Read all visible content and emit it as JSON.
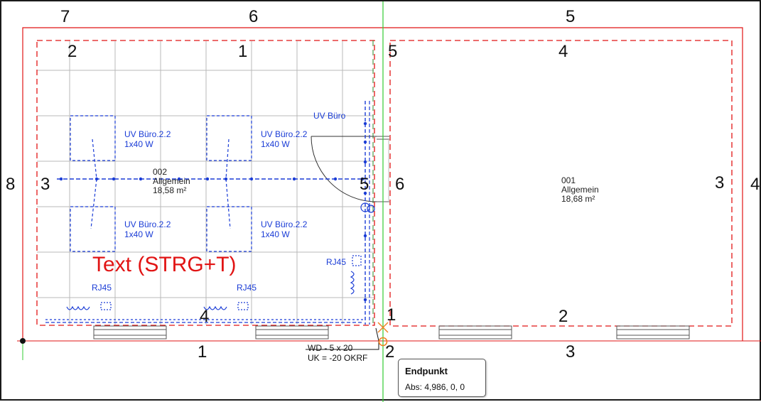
{
  "dimension_labels": {
    "top_7": "7",
    "top_6": "6",
    "top_5": "5",
    "left_8": "8",
    "right_4": "4",
    "bottom_1": "1",
    "bottom_2": "2",
    "bottom_3": "3"
  },
  "room_002": {
    "edge_top_2": "2",
    "edge_top_1": "1",
    "edge_right_5": "5",
    "edge_left_3": "3",
    "edge_right_mid_5": "5",
    "edge_bottom_4": "4",
    "number": "002",
    "usage": "Allgemein",
    "area": "18,58 m²"
  },
  "room_001": {
    "edge_top_4": "4",
    "edge_left_6": "6",
    "edge_right_3": "3",
    "edge_bottom_2": "2",
    "edge_bottom_1": "1",
    "number": "001",
    "usage": "Allgemein",
    "area": "18,68 m²"
  },
  "lights": [
    {
      "name": "UV Büro.2.2",
      "power": "1x40 W"
    },
    {
      "name": "UV Büro.2.2",
      "power": "1x40 W"
    },
    {
      "name": "UV Büro.2.2",
      "power": "1x40 W"
    },
    {
      "name": "UV Büro.2.2",
      "power": "1x40 W"
    }
  ],
  "distribution_label": "UV Büro",
  "rj45": [
    "RJ45",
    "RJ45",
    "RJ45"
  ],
  "text_tool_hint": "Text (STRG+T)",
  "wall_opening": {
    "line1": "WD - 5 x 20",
    "line2": "UK = -20 OKRF"
  },
  "snap_tooltip": {
    "title": "Endpunkt",
    "coords": "Abs: 4,986, 0, 0"
  },
  "colors": {
    "outline": "#e11414",
    "electrical": "#1a3cd6",
    "cursor": "#33cc33",
    "snap_marker": "#f08020",
    "grid": "#b8b8b8"
  }
}
